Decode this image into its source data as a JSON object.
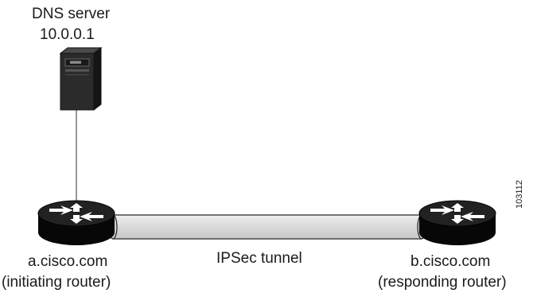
{
  "dns_server": {
    "name": "DNS server",
    "ip": "10.0.0.1",
    "icon": "server-tower-icon"
  },
  "router_a": {
    "name": "a.cisco.com",
    "role": "(initiating router)",
    "icon": "router-icon"
  },
  "router_b": {
    "name": "b.cisco.com",
    "role": "(responding router)",
    "icon": "router-icon"
  },
  "tunnel": {
    "label": "IPSec tunnel"
  },
  "figure_id": "103112",
  "colors": {
    "router_body": "#0a0a0a",
    "tunnel_fill": "#d9d9d9",
    "server_body": "#2a2a2a",
    "line": "#333333"
  }
}
